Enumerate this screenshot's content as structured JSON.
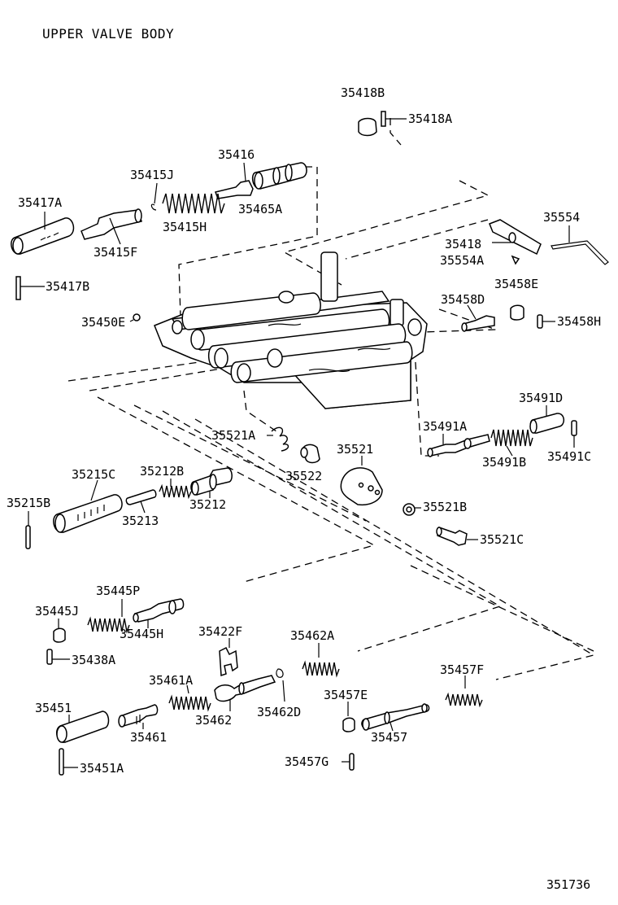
{
  "title": "UPPER VALVE BODY",
  "figure_number": "351736",
  "parts": {
    "p35418B": "35418B",
    "p35418A": "35418A",
    "p35416": "35416",
    "p35415J": "35415J",
    "p35417A": "35417A",
    "p35465A": "35465A",
    "p35415H": "35415H",
    "p35415F": "35415F",
    "p35417B": "35417B",
    "p35554": "35554",
    "p35418": "35418",
    "p35554A": "35554A",
    "p35458E": "35458E",
    "p35458D": "35458D",
    "p35450E": "35450E",
    "p35458H": "35458H",
    "p35491D": "35491D",
    "p35491A": "35491A",
    "p35521A": "35521A",
    "p35521": "35521",
    "p35491B": "35491B",
    "p35491C": "35491C",
    "p35522": "35522",
    "p35215C": "35215C",
    "p35212B": "35212B",
    "p35215B": "35215B",
    "p35212": "35212",
    "p35213": "35213",
    "p35521B": "35521B",
    "p35521C": "35521C",
    "p35445P": "35445P",
    "p35445J": "35445J",
    "p35445H": "35445H",
    "p35422F": "35422F",
    "p35462A": "35462A",
    "p35438A": "35438A",
    "p35461A": "35461A",
    "p35457F": "35457F",
    "p35451": "35451",
    "p35457E": "35457E",
    "p35462": "35462",
    "p35462D": "35462D",
    "p35461": "35461",
    "p35457": "35457",
    "p35451A": "35451A",
    "p35457G": "35457G"
  }
}
